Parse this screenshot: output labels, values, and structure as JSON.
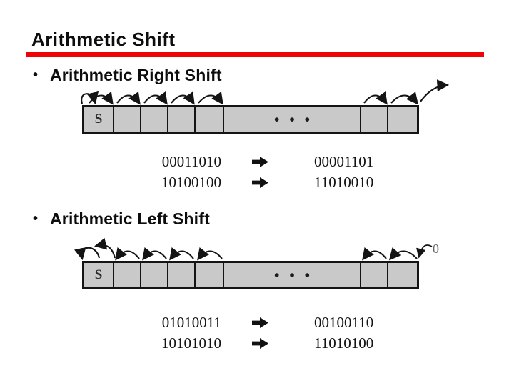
{
  "slide": {
    "title": "Arithmetic Shift",
    "accent_color": "#ee0404"
  },
  "sections": [
    {
      "bullet": "•",
      "heading": "Arithmetic Right Shift",
      "register": {
        "sign_label": "S",
        "ellipsis": "•••"
      },
      "examples": [
        {
          "before": "00011010",
          "after": "00001101"
        },
        {
          "before": "10100100",
          "after": "11010010"
        }
      ]
    },
    {
      "bullet": "•",
      "heading": "Arithmetic Left Shift",
      "register": {
        "sign_label": "S",
        "ellipsis": "•••"
      },
      "serial_in": "0",
      "examples": [
        {
          "before": "01010011",
          "after": "00100110"
        },
        {
          "before": "10101010",
          "after": "11010100"
        }
      ]
    }
  ]
}
